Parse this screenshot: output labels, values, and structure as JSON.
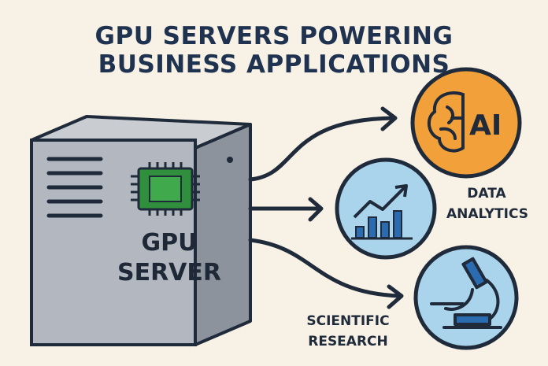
{
  "title": {
    "line1": "GPU SERVERS POWERING",
    "line2": "BUSINESS APPLICATIONS"
  },
  "server": {
    "label_line1": "GPU",
    "label_line2": "SERVER",
    "chip_icon": "gpu-chip-icon"
  },
  "applications": [
    {
      "icon": "brain-icon",
      "badge": "AI",
      "color": "#f2a13a"
    },
    {
      "icon": "chart-icon",
      "label_line1": "DATA",
      "label_line2": "ANALYTICS",
      "color": "#a9d4ec"
    },
    {
      "icon": "microscope-icon",
      "label_line1": "SCIENTIFIC",
      "label_line2": "RESEARCH",
      "color": "#a9d4ec"
    }
  ],
  "colors": {
    "server_body": "#b3b8c0",
    "server_side": "#8c939d",
    "chip": "#2f8f3c",
    "outline": "#1f2a3a",
    "background": "#f7f1e6"
  }
}
